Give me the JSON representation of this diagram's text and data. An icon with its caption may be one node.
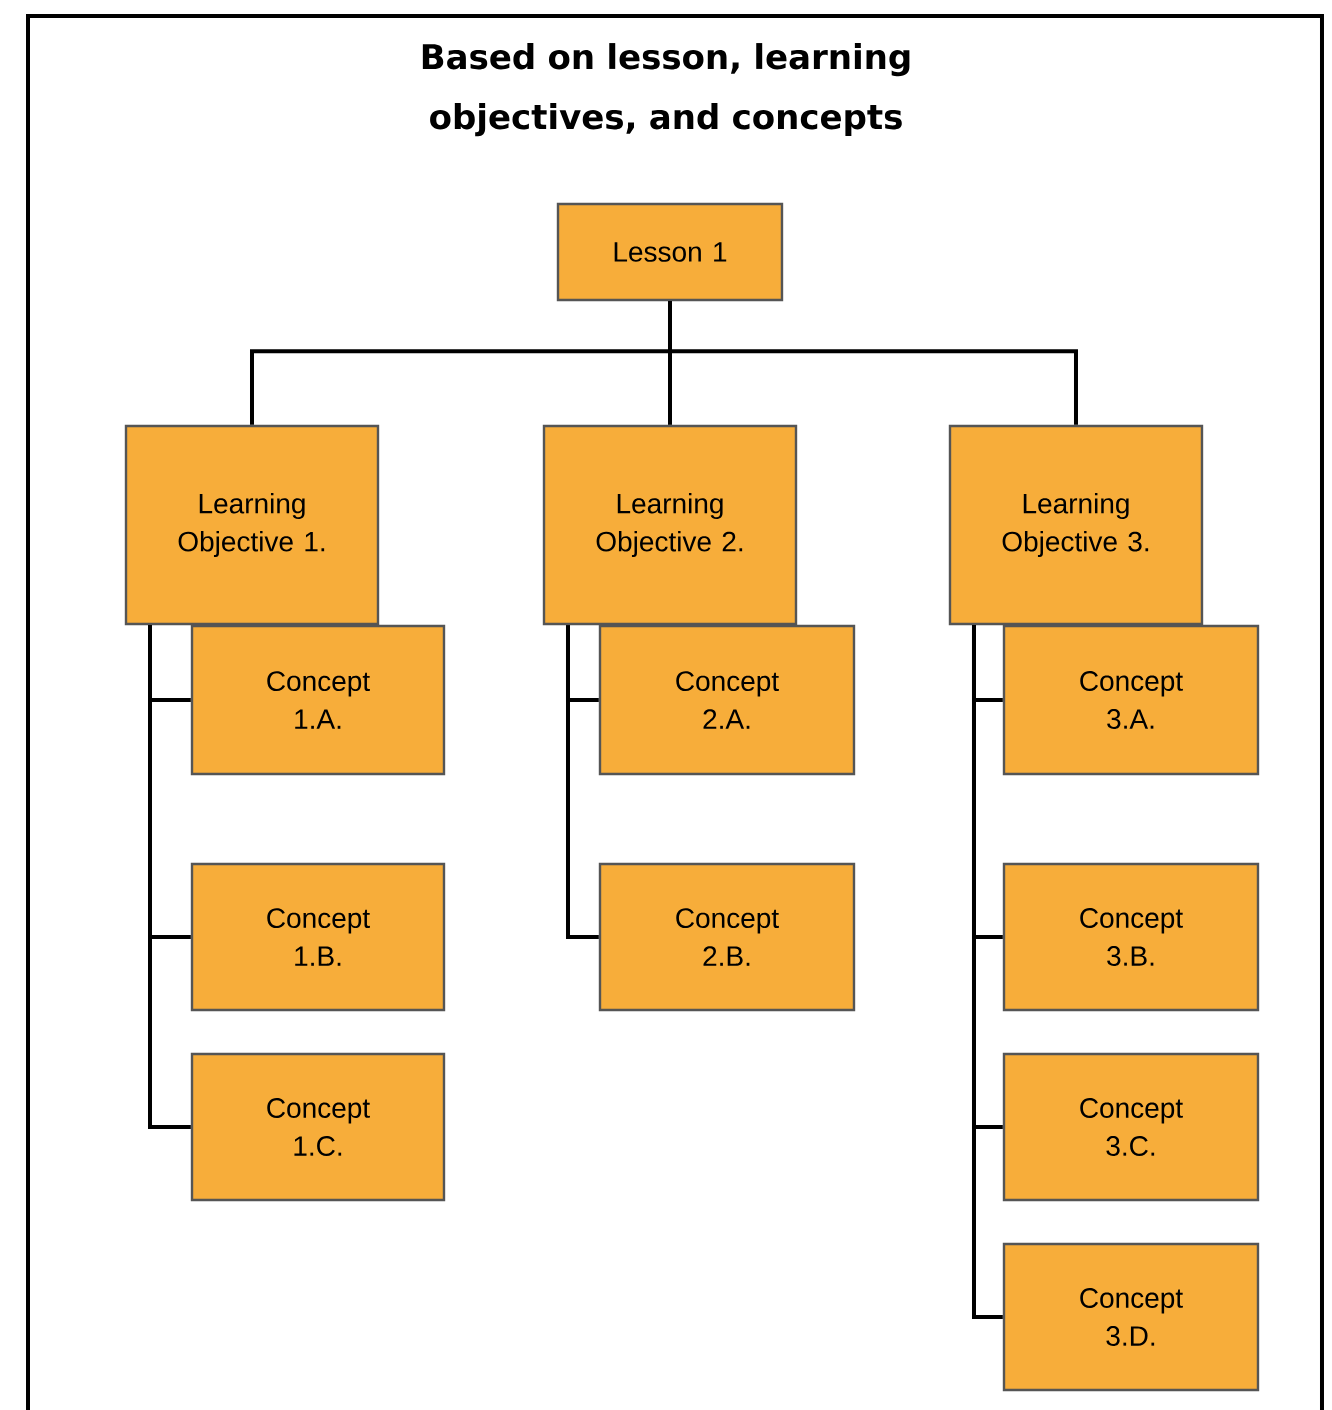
{
  "diagram": {
    "title": "Based on lesson, learning objectives, and concepts",
    "nodes": [
      {
        "text": [
          "Lesson 1"
        ]
      },
      {
        "text": [
          "Learning Objective 1."
        ]
      },
      {
        "text": [
          "Learning Objective 2."
        ]
      },
      {
        "text": [
          "Learning Objective 3."
        ]
      },
      {
        "text": [
          "Concept 1.A."
        ]
      },
      {
        "text": [
          "Concept 1.B."
        ]
      },
      {
        "text": [
          "Concept 1.C."
        ]
      },
      {
        "text": [
          "Concept 2.A."
        ]
      },
      {
        "text": [
          "Concept 2.B."
        ]
      },
      {
        "text": [
          "Concept 3.A."
        ]
      },
      {
        "text": [
          "Concept 3.B."
        ]
      },
      {
        "text": [
          "Concept 3.C."
        ]
      },
      {
        "text": [
          "Concept 3.D."
        ]
      }
    ],
    "edges": [
      {
        "from": 0,
        "to": 1,
        "arrow": "none"
      },
      {
        "from": 0,
        "to": 2,
        "arrow": "none"
      },
      {
        "from": 0,
        "to": 3,
        "arrow": "none"
      },
      {
        "from": 1,
        "to": 4,
        "arrow": "none"
      },
      {
        "from": 1,
        "to": 5,
        "arrow": "none"
      },
      {
        "from": 1,
        "to": 6,
        "arrow": "none"
      },
      {
        "from": 2,
        "to": 7,
        "arrow": "none"
      },
      {
        "from": 2,
        "to": 8,
        "arrow": "none"
      },
      {
        "from": 3,
        "to": 9,
        "arrow": "none"
      },
      {
        "from": 3,
        "to": 10,
        "arrow": "none"
      },
      {
        "from": 3,
        "to": 11,
        "arrow": "none"
      },
      {
        "from": 3,
        "to": 12,
        "arrow": "none"
      }
    ]
  }
}
